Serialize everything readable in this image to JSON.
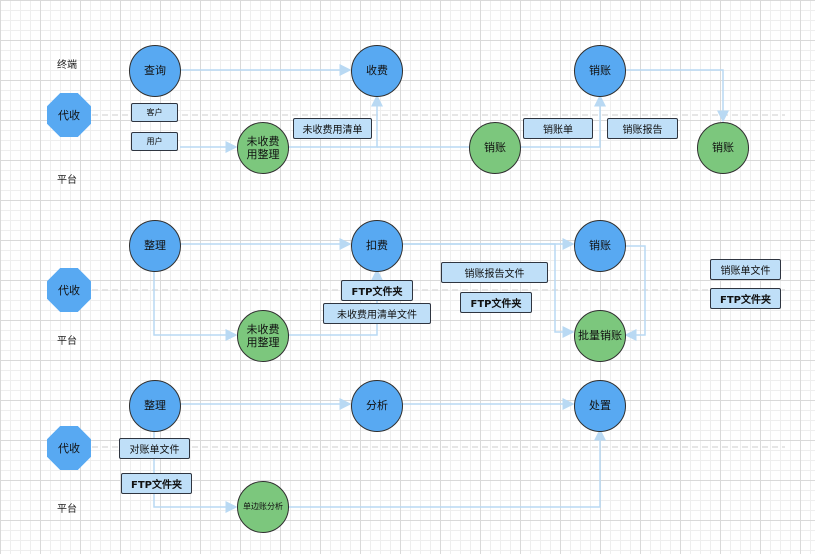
{
  "section1": {
    "terminal_label": "终端",
    "platform_label": "平台",
    "agent_label": "代收",
    "query": "查询",
    "charge": "收费",
    "writeoff_top": "销账",
    "customer_box": "客户",
    "user_box": "用户",
    "uncharged_organize": "未收费用整理",
    "uncharged_list_box": "未收费用清单",
    "writeoff_mid": "销账",
    "writeoff_list_box": "销账单",
    "writeoff_report_box": "销账报告",
    "writeoff_right": "销账"
  },
  "section2": {
    "platform_label": "平台",
    "agent_label": "代收",
    "organize": "整理",
    "deduct": "扣费",
    "writeoff": "销账",
    "uncharged_organize": "未收费用整理",
    "ftp_folder_box": "FTP文件夹",
    "uncharged_list_file_box": "未收费用清单文件",
    "writeoff_report_file_box": "销账报告文件",
    "ftp_folder_box2": "FTP文件夹",
    "batch_writeoff": "批量销账",
    "writeoff_list_file_box": "销账单文件",
    "ftp_folder_box3": "FTP文件夹"
  },
  "section3": {
    "platform_label": "平台",
    "agent_label": "代收",
    "organize": "整理",
    "analyze": "分析",
    "handle": "处置",
    "reconcile_file_box": "对账单文件",
    "ftp_folder_box": "FTP文件夹",
    "one_side_analysis": "单边账分析"
  },
  "colors": {
    "node_blue": "#58a9f2",
    "node_green": "#7cc77d",
    "box_fill": "#bfdff8",
    "edge": "#b9d9f3",
    "dashed": "#dddddd"
  }
}
